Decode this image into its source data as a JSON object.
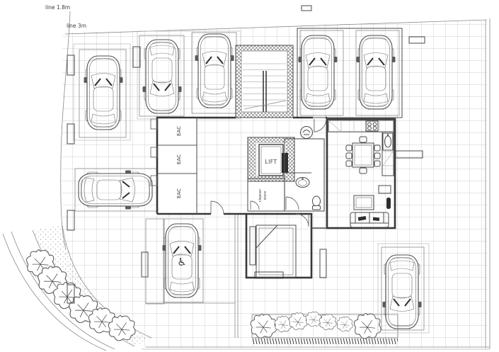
{
  "labels": {
    "boundary_line_1": "line 1.8m",
    "boundary_line_2": "line 3m",
    "eac": "EAC",
    "lift": "LIFT",
    "cleaner_store_word1": "cleaner",
    "cleaner_store_word2": "store",
    "accessible_parking_symbol": "♿"
  },
  "parking": {
    "car_count": 8,
    "accessible_spaces": 1
  },
  "colors": {
    "paper": "#ffffff",
    "line": "#4a4a4a",
    "grid": "#c4c4c4",
    "wall_dark": "#383838"
  }
}
